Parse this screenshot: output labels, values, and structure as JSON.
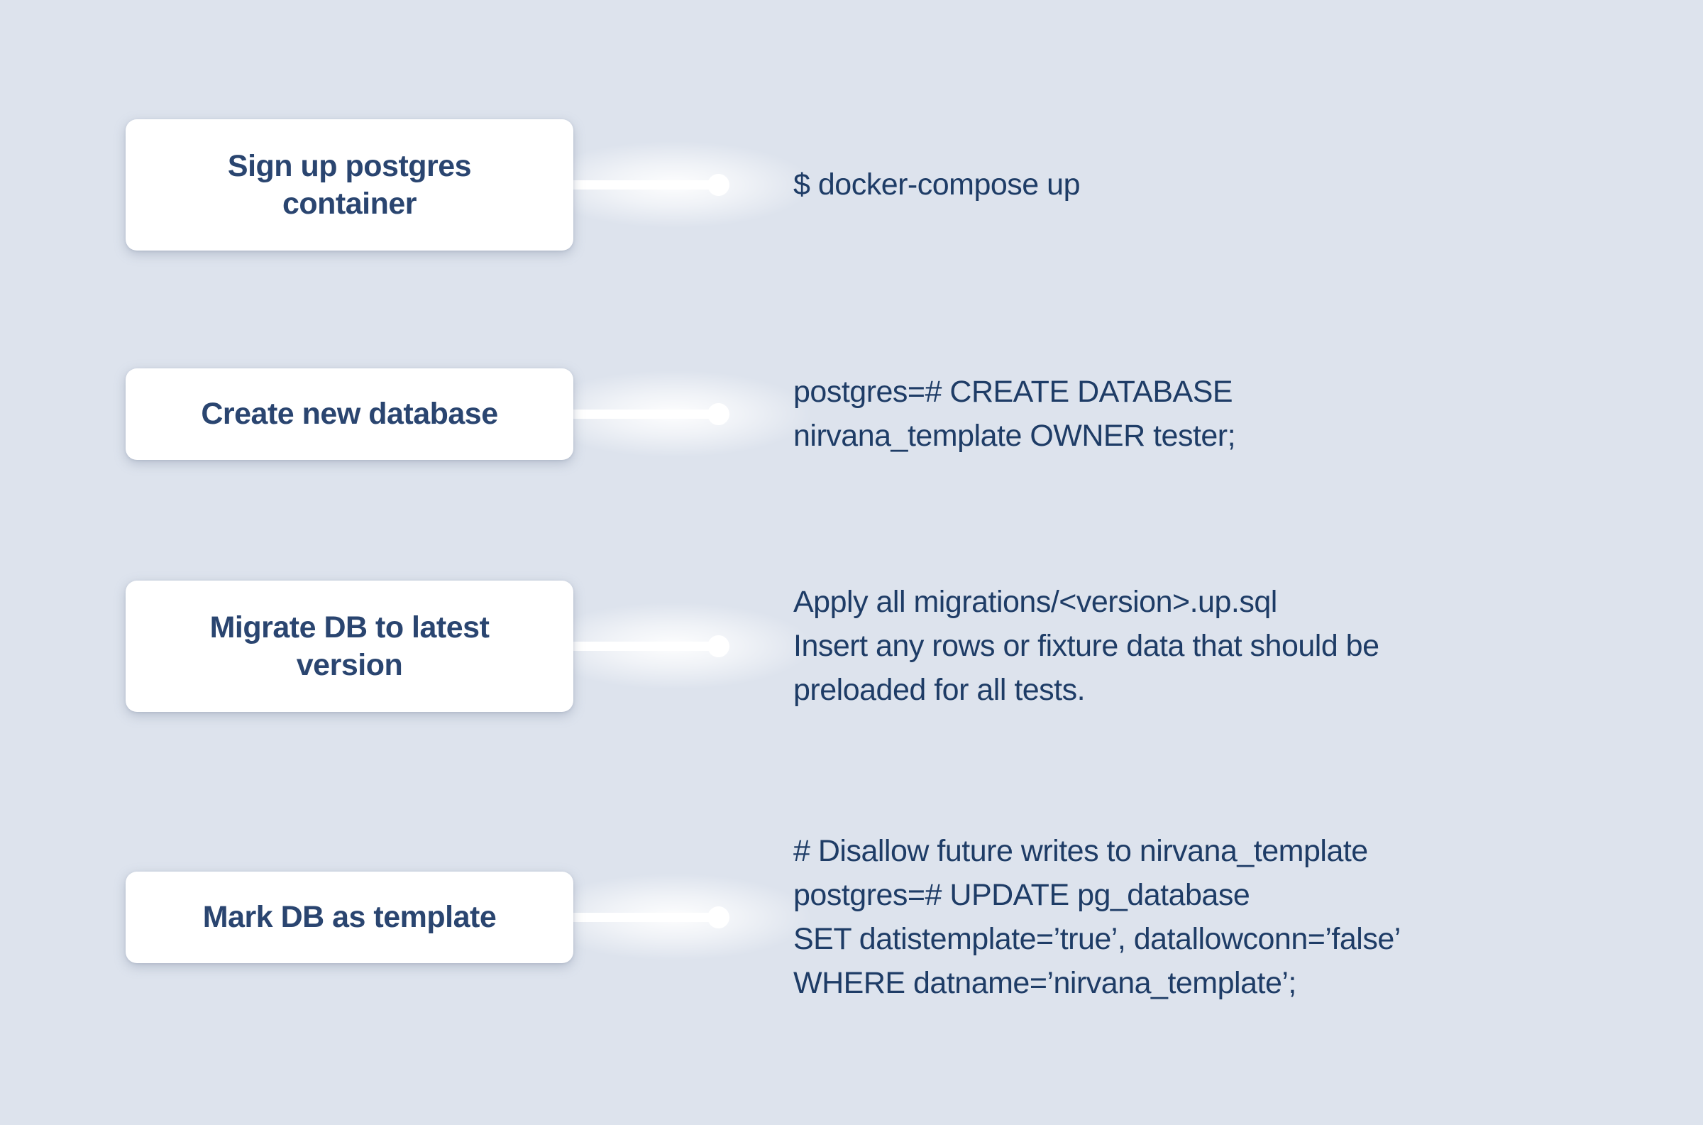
{
  "colors": {
    "background": "#dde3ed",
    "card_background": "#ffffff",
    "card_label_text": "#2a4570",
    "description_text": "#1e3c66",
    "connector": "#ffffff"
  },
  "steps": [
    {
      "label": "Sign up postgres container",
      "label_lines": [
        "Sign up postgres",
        "container"
      ],
      "desc_lines": [
        "$ docker-compose up"
      ]
    },
    {
      "label": "Create new database",
      "label_lines": [
        "Create new database"
      ],
      "desc_lines": [
        "postgres=# CREATE DATABASE",
        "nirvana_template OWNER tester;"
      ]
    },
    {
      "label": "Migrate DB to latest version",
      "label_lines": [
        "Migrate DB to latest",
        "version"
      ],
      "desc_lines": [
        "Apply all migrations/<version>.up.sql",
        "Insert any rows or fixture data that should be",
        "preloaded for all tests."
      ]
    },
    {
      "label": "Mark DB as template",
      "label_lines": [
        "Mark DB as template"
      ],
      "desc_lines": [
        "# Disallow future writes to nirvana_template",
        "postgres=# UPDATE pg_database",
        "SET datistemplate=’true’, datallowconn=’false’",
        "WHERE datname=’nirvana_template’;"
      ]
    }
  ]
}
